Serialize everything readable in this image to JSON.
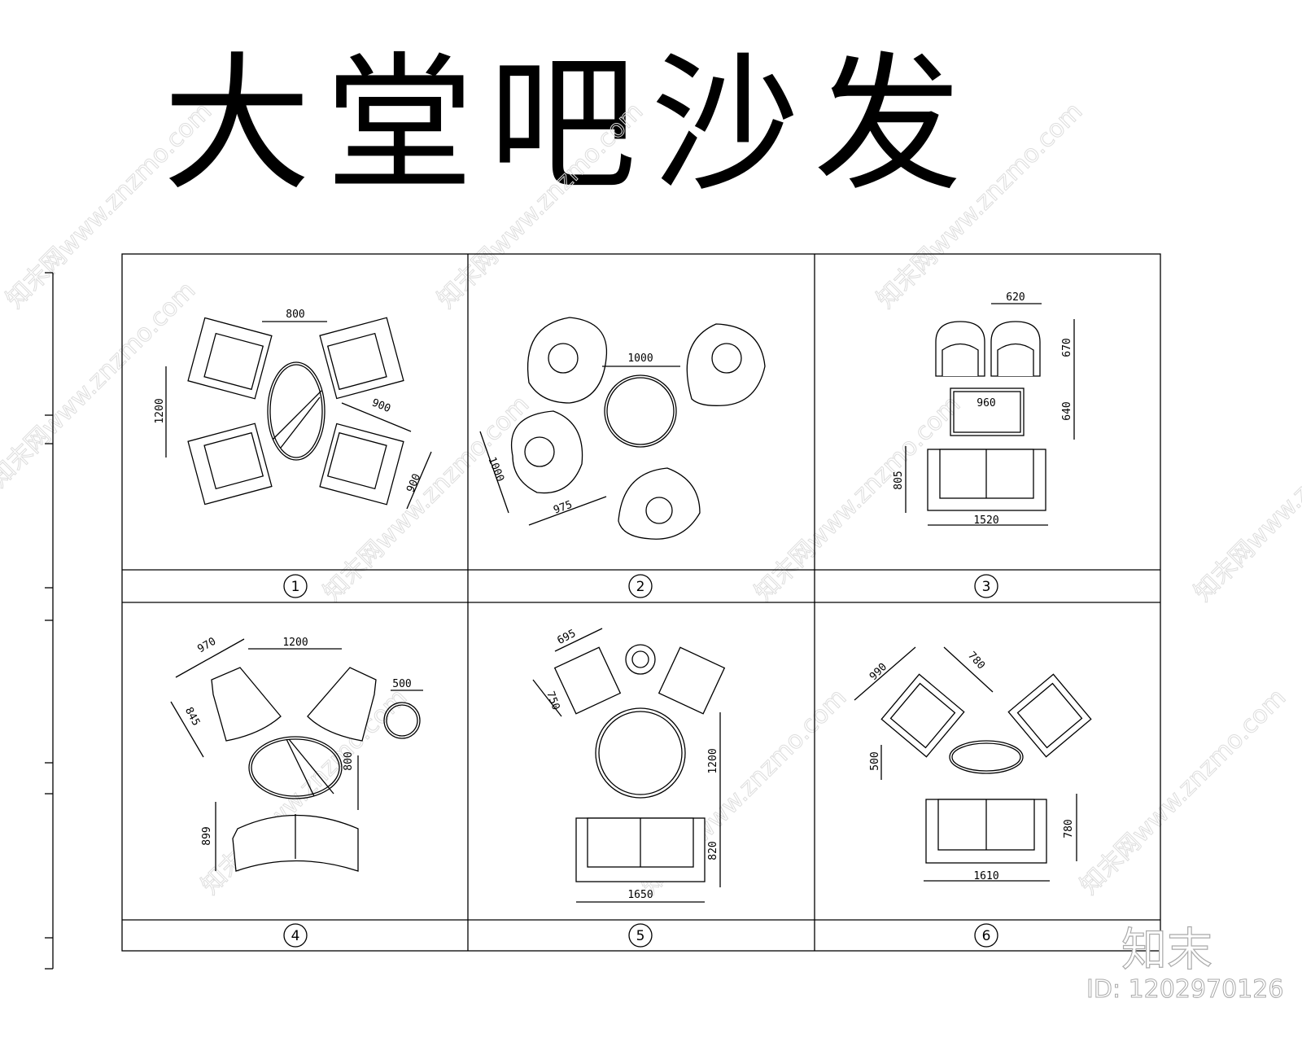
{
  "title": "大堂吧沙发",
  "panels": [
    {
      "number": "1",
      "dims": [
        "800",
        "1200",
        "900",
        "900"
      ]
    },
    {
      "number": "2",
      "dims": [
        "1000",
        "1000",
        "975"
      ]
    },
    {
      "number": "3",
      "dims": [
        "620",
        "670",
        "960",
        "640",
        "805",
        "1520"
      ]
    },
    {
      "number": "4",
      "dims": [
        "970",
        "1200",
        "500",
        "845",
        "800",
        "899"
      ]
    },
    {
      "number": "5",
      "dims": [
        "695",
        "750",
        "1200",
        "820",
        "1650"
      ]
    },
    {
      "number": "6",
      "dims": [
        "990",
        "780",
        "500",
        "780",
        "1610"
      ]
    }
  ],
  "watermark": {
    "text": "知末网www.znzmo.com",
    "logo": "知末",
    "id": "ID: 1202970126"
  }
}
